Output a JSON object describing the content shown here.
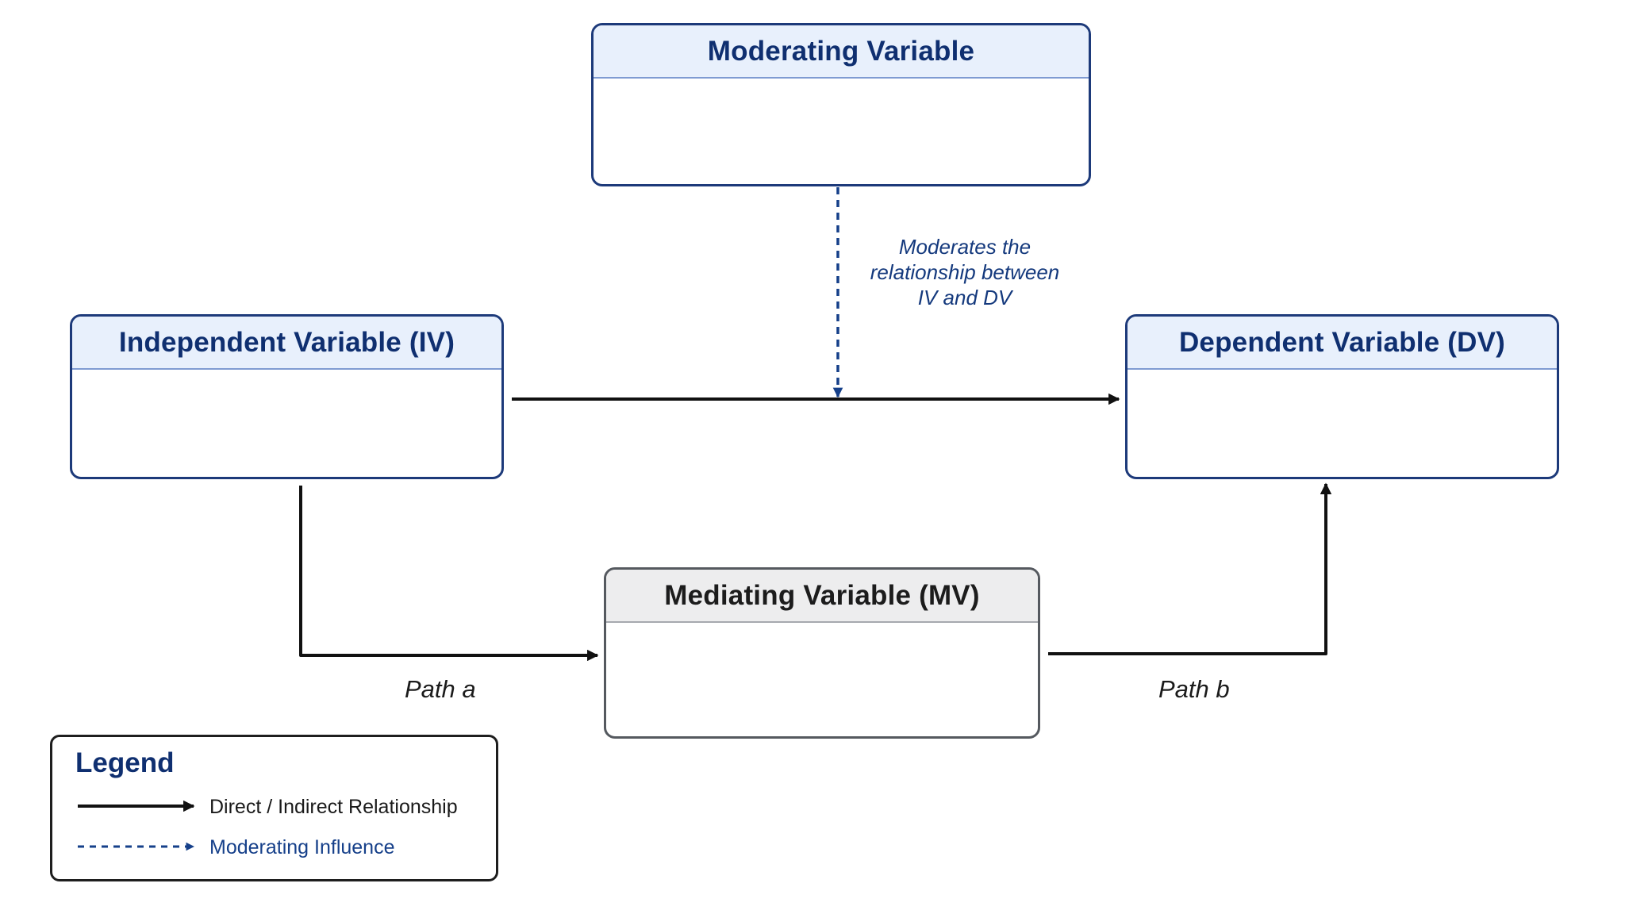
{
  "nodes": {
    "moderating": {
      "title": "Moderating Variable"
    },
    "independent": {
      "title": "Independent Variable (IV)"
    },
    "dependent": {
      "title": "Dependent Variable (DV)"
    },
    "mediating": {
      "title": "Mediating Variable (MV)"
    }
  },
  "paths": {
    "a": "Path a",
    "b": "Path b"
  },
  "moderation_note": {
    "line1": "Moderates the",
    "line2": "relationship between",
    "line3": "IV and DV"
  },
  "legend": {
    "title": "Legend",
    "items": [
      {
        "label": "Direct / Indirect Relationship",
        "style": "solid",
        "color": "#111111"
      },
      {
        "label": "Moderating Influence",
        "style": "dashed",
        "color": "#16408a"
      }
    ]
  },
  "colors": {
    "accent_navy": "#0f2f70",
    "border_blue": "#1d3a7a",
    "header_fill": "#e8f0fc",
    "mediator_header_fill": "#ededee",
    "arrow_black": "#111111",
    "dashed_blue": "#16408a"
  }
}
